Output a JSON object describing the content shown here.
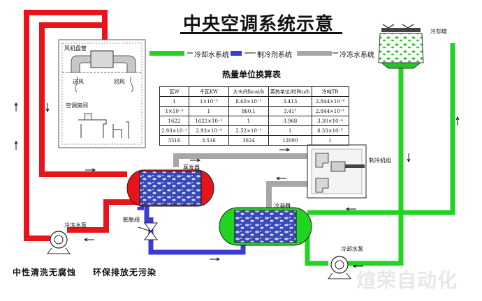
{
  "title": "中央空调系统示意",
  "legend": {
    "cooling_water": "冷却水系统",
    "refrigerant": "制冷剂系统",
    "chilled_water": "冷冻水系统"
  },
  "room": {
    "fan_coil": "风机盘管",
    "supply_air": "送风",
    "return_air": "回风",
    "ac_room": "空调房间"
  },
  "labels": {
    "cooling_tower": "冷却塔",
    "evaporator": "蒸发器",
    "compressor": "制冷机组",
    "condenser": "冷凝器",
    "chilled_pump": "冷冻水泵",
    "expansion_valve": "膨胀阀",
    "cooling_pump": "冷却水泵"
  },
  "table": {
    "title": "热量单位换算表",
    "headers": [
      "瓦W",
      "千瓦KW",
      "大卡/时kcal/h",
      "英热单位/时Btu/h",
      "冷吨TR"
    ],
    "rows": [
      [
        "1",
        "1×10⁻³",
        "8.60×10⁻¹",
        "3.413",
        "2.844×10⁻⁴"
      ],
      [
        "1×10⁻³",
        "1",
        "860.1",
        "3.41³",
        "2.844×10⁻¹"
      ],
      [
        "1622",
        "1622×10⁻³",
        "1",
        "3.968",
        "3.30×10⁻⁴"
      ],
      [
        "2.93×10⁻¹",
        "2.93×10⁻⁴",
        "2.52×10⁻¹",
        "1",
        "8.33×10⁻⁵"
      ],
      [
        "3516",
        "3.516",
        "3024",
        "12000",
        "1"
      ]
    ]
  },
  "footer": {
    "left": "中性清洗无腐蚀",
    "right": "环保排放无污染"
  },
  "watermark": "煊荣自动化",
  "colors": {
    "chilled_water": "#e8141b",
    "cooling_water": "#22d422",
    "refrigerant": "#3b3bd6",
    "grey_pipe": "#a7a7a7",
    "evap_body": "#3a49b5"
  }
}
